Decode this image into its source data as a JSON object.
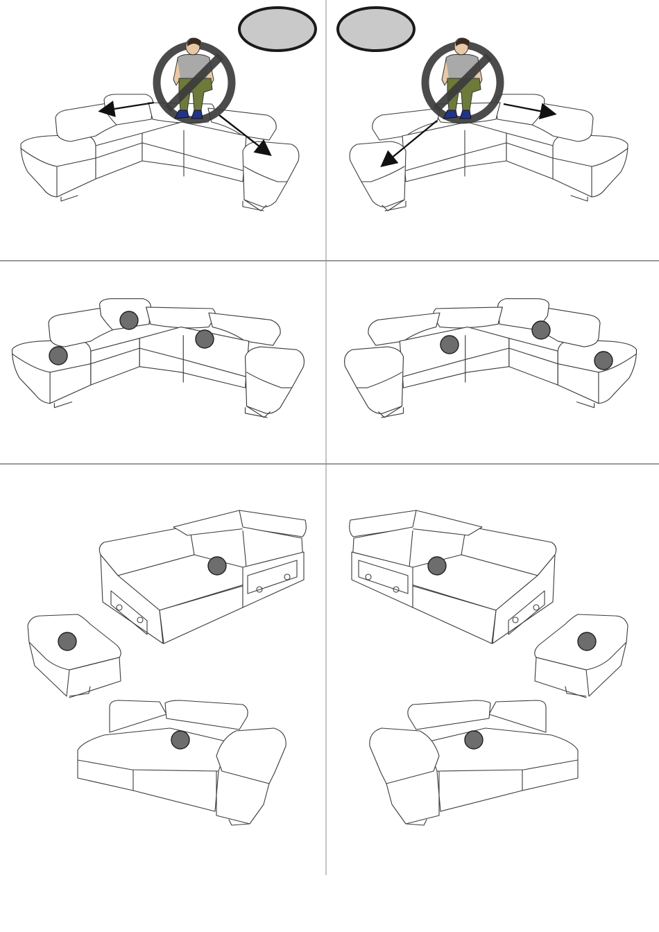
{
  "markers": {
    "dot_color": "#6d6d6d",
    "oval_color": "#c9c9c9"
  },
  "icons": {
    "prohibition": "no-sitting-on-backrest-icon",
    "person": "seated-person-icon"
  },
  "panels": [
    {
      "id": "sectional-left-warning",
      "dots": 0,
      "oval": true
    },
    {
      "id": "sectional-right-warning",
      "dots": 0,
      "oval": true
    },
    {
      "id": "sectional-left-modules",
      "dots": 3
    },
    {
      "id": "sectional-right-modules",
      "dots": 3
    },
    {
      "id": "separated-modules-left",
      "dots": 3
    },
    {
      "id": "separated-modules-right",
      "dots": 3
    }
  ]
}
